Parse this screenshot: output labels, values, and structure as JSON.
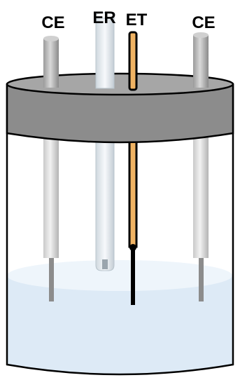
{
  "labels": {
    "ce_left": "CE",
    "er": "ER",
    "et": "ET",
    "ce_right": "CE"
  },
  "colors": {
    "outline": "#000000",
    "lid": "#8c8c8c",
    "lid_top": "#a6a6a6",
    "solution": "#ddeaf6",
    "solution_surface": "#eef5fb",
    "counter_electrode": "#d9d9d9",
    "counter_wire": "#8c8c8c",
    "reference_tube": "#e8eef2",
    "working_electrode": "#f0b363",
    "working_tip": "#000000"
  },
  "icons": {
    "vessel": "beaker-icon",
    "lid": "cap-icon"
  }
}
